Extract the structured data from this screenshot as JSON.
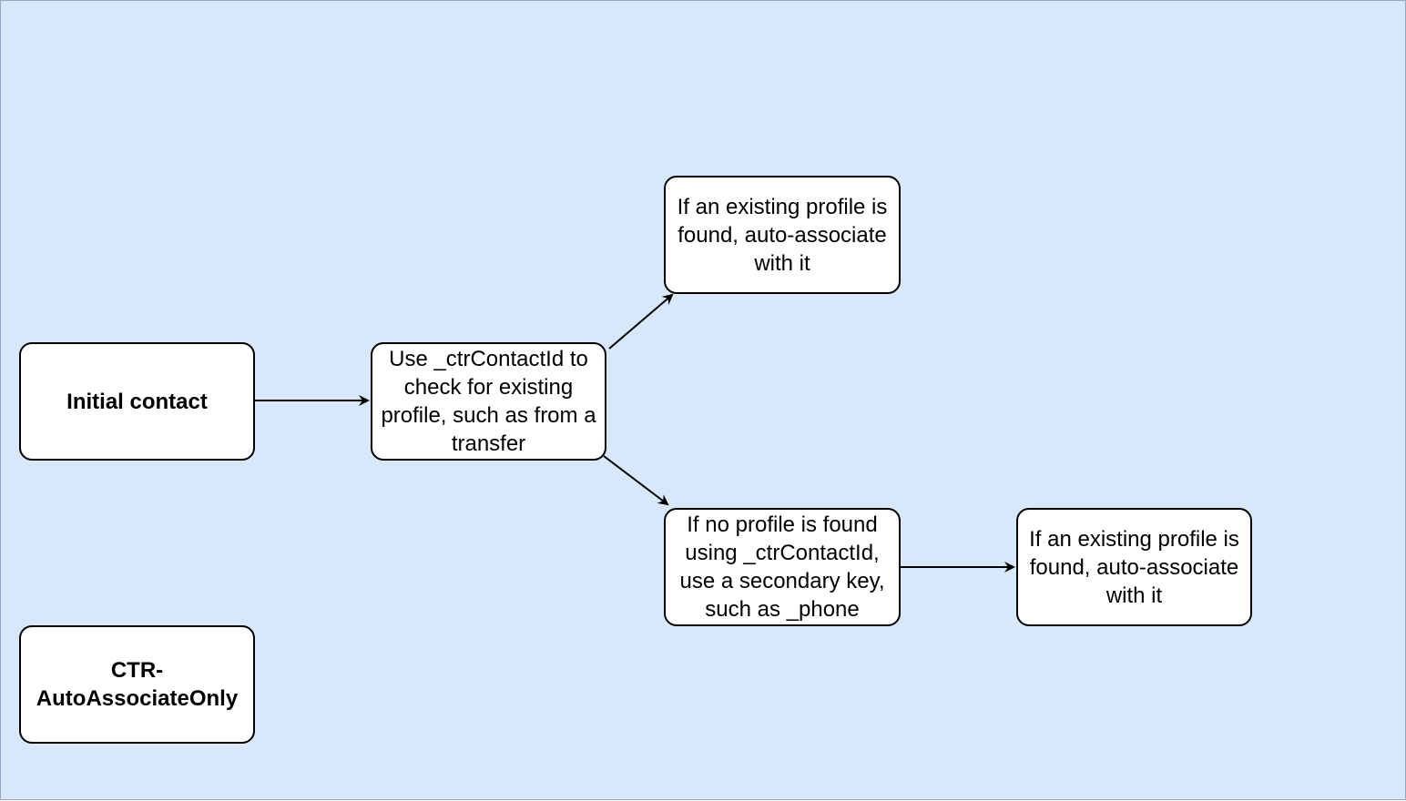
{
  "diagram": {
    "colors": {
      "background": "#d8e8fb",
      "node_fill": "#ffffff",
      "node_border": "#000000",
      "edge": "#000000"
    },
    "nodes": {
      "initial_contact": "Initial contact",
      "check_ctr_contact_id": "Use _ctrContactId to check for existing profile, such as from a transfer",
      "existing_profile_top": "If an existing profile is found, auto-associate with it",
      "no_profile_found": "If no profile is found using _ctrContactId, use a secondary key, such as _phone",
      "existing_profile_right": "If an existing profile is found, auto-associate with it",
      "ctr_auto_associate_only": "CTR-AutoAssociateOnly"
    }
  }
}
